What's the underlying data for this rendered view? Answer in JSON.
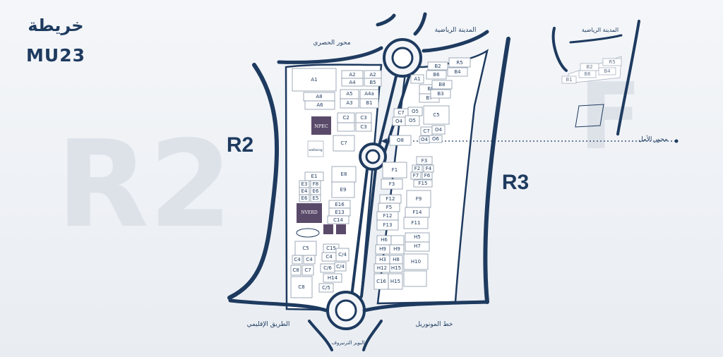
{
  "title": {
    "ar": "خريطة",
    "code": "MU23"
  },
  "zones": {
    "r2": "R2",
    "r3": "R3"
  },
  "roads": {
    "sports_city": "المدينة الرياضية",
    "hosary_axis": "محور الحصري",
    "amal_axis": "محور الأمل",
    "regional_road": "الطريق الإقليمي",
    "monorail": "خط المونوريل",
    "boulevard": "البوير الترنيروف",
    "inset_sports_city": "المدينة الرياضية"
  },
  "landmarks": {
    "npec": "NPEC",
    "noerd": "NVERD",
    "wellbeing": "wellbeing"
  },
  "plots": {
    "a1": "A1",
    "a2": "A2",
    "a4": "A4",
    "a5": "A5",
    "a6": "A6",
    "a8": "A8",
    "a3": "A3",
    "b1": "B1",
    "b5": "B5",
    "a4a": "A4a",
    "c2": "C2",
    "c3": "C3",
    "c3b": "C3",
    "c7": "C7",
    "e1": "E1",
    "e3": "E3",
    "f8": "F8",
    "e4": "E4",
    "e6": "E6",
    "e5": "E5",
    "e8": "E8",
    "e9": "E9",
    "e16": "E16",
    "e13": "E13",
    "c14": "C14",
    "c5": "C5",
    "c4": "C4",
    "c8": "C8",
    "c7b": "C7",
    "c8b": "C8",
    "c15": "C15",
    "c4b": "C/4",
    "c76": "C/6",
    "c74": "C/4",
    "h14": "H14",
    "c45": "C/5",
    "b2": "B2",
    "r5": "R5",
    "b6": "B6",
    "b4": "B4",
    "a1b": "A1",
    "b8": "B8",
    "b8b": "B8",
    "b7": "B7",
    "b3": "B3",
    "c7c": "C7",
    "o5": "O5",
    "o4": "O4",
    "o5b": "O5",
    "c5r": "C5",
    "c7d": "C7",
    "o4b": "O4",
    "o8": "O8",
    "o4c": "O4",
    "o6": "O6",
    "f1": "F1",
    "f3": "F3",
    "f2": "F2",
    "f4": "F4",
    "f7": "F7",
    "f6": "F6",
    "f15": "F15",
    "f12": "F12",
    "f9": "F9",
    "f5": "F5",
    "f14": "F14",
    "f12b": "F12",
    "f13": "F13",
    "f11": "F11",
    "h5": "H5",
    "h6": "H6",
    "h9": "H9",
    "h7": "H7",
    "h3": "H3",
    "h8": "H8",
    "h12": "H12",
    "h15": "H15",
    "h10": "H10",
    "c16": "C16",
    "h15b": "H15",
    "ib2": "B2",
    "ir5": "R5",
    "ib1": "B1",
    "ib6": "B6",
    "ib4": "B4"
  }
}
